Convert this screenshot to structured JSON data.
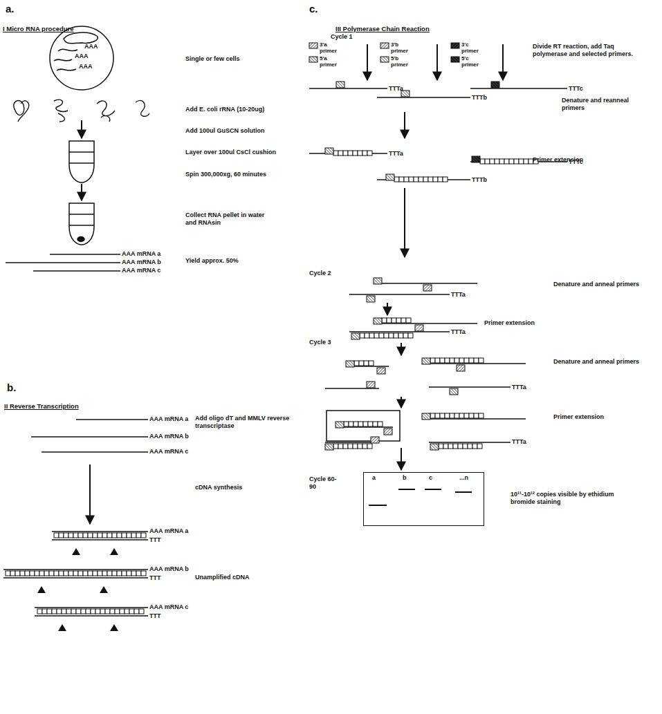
{
  "diagram": {
    "nodes": [
      {
        "text": [
          "a",
          "b",
          "c",
          "...n"
        ]
      }
    ],
    "labels": [
      "a.",
      "I Micro RNA procedure",
      "AAA",
      "AAA",
      "AAA",
      "Single or few cells",
      "Add E. coli rRNA (10-20ug)",
      "Add 100ul GuSCN solution",
      "Layer over 100ul CsCl cushion",
      "Spin 300,000xg, 60 minutes",
      "Collect RNA pellet in water and RNAsin",
      "AAA mRNA a",
      "AAA mRNA b",
      "AAA mRNA c",
      "Yield approx. 50%",
      "b.",
      "II Reverse Transcription",
      "AAA mRNA a",
      "AAA mRNA b",
      "AAA mRNA c",
      "Add oligo dT and MMLV reverse transcriptase",
      "cDNA synthesis",
      "AAA mRNA a",
      "TTT",
      "AAA mRNA b",
      "TTT",
      "Unamplified cDNA",
      "AAA mRNA c",
      "TTT",
      "c.",
      "III Polymerase Chain Reaction",
      "Cycle 1",
      "Divide RT reaction, add Taq polymerase and selected primers.",
      "TTTa",
      "TTTb",
      "TTTc",
      "Denature and reanneal primers",
      "TTTa",
      "TTTc",
      "TTTb",
      "Primer extension",
      "Cycle 2",
      "Denature and anneal primers",
      "TTTa",
      "Primer extension",
      "TTTa",
      "Cycle 3",
      "Denature and anneal primers",
      "TTTa",
      "Primer extension",
      "TTTa",
      "Cycle 60-90",
      "10¹¹-10¹² copies visible by ethidium bromide staining"
    ],
    "legend": [
      {
        "text": "3'a primer"
      },
      {
        "text": "5'a primer"
      },
      {
        "text": "3'b primer"
      },
      {
        "text": "5'b primer"
      },
      {
        "text": "3'c primer"
      },
      {
        "text": "5'c primer"
      }
    ]
  }
}
